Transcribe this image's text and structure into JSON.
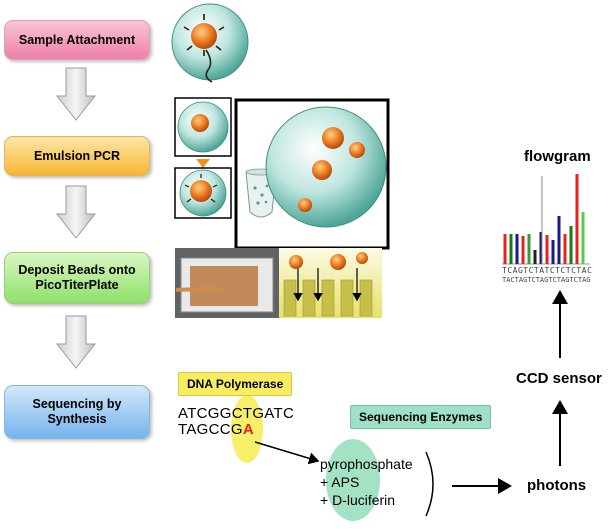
{
  "steps": {
    "attachment": "Sample Attachment",
    "emulsion": "Emulsion PCR",
    "deposit_line1": "Deposit Beads onto",
    "deposit_line2": "PicoTiterPlate",
    "sequencing_line1": "Sequencing by",
    "sequencing_line2": "Synthesis"
  },
  "reaction": {
    "polymerase": "DNA Polymerase",
    "enzymes": "Sequencing Enzymes",
    "strand_top": "ATCGGCTGATC",
    "strand_bottom_prefix": "TAGCCG",
    "added_base": "A",
    "product1": "pyrophosphate",
    "product2": "+ APS",
    "product3": "+ D-luciferin"
  },
  "detection": {
    "photons": "photons",
    "ccd": "CCD sensor",
    "flowgram": "flowgram",
    "flow_seq1": "TCAGTCTATCTCTCTAC",
    "flow_seq2": "TACTAGTCTAGTCTAGTCTAG"
  },
  "colors": {
    "step1": "#ee7fa8",
    "step2": "#f7b733",
    "step3": "#8fe06a",
    "step4": "#74b4ec",
    "highlight_base": "#e8231c",
    "bead": "#e8721c",
    "droplet": "#6fbfae"
  }
}
